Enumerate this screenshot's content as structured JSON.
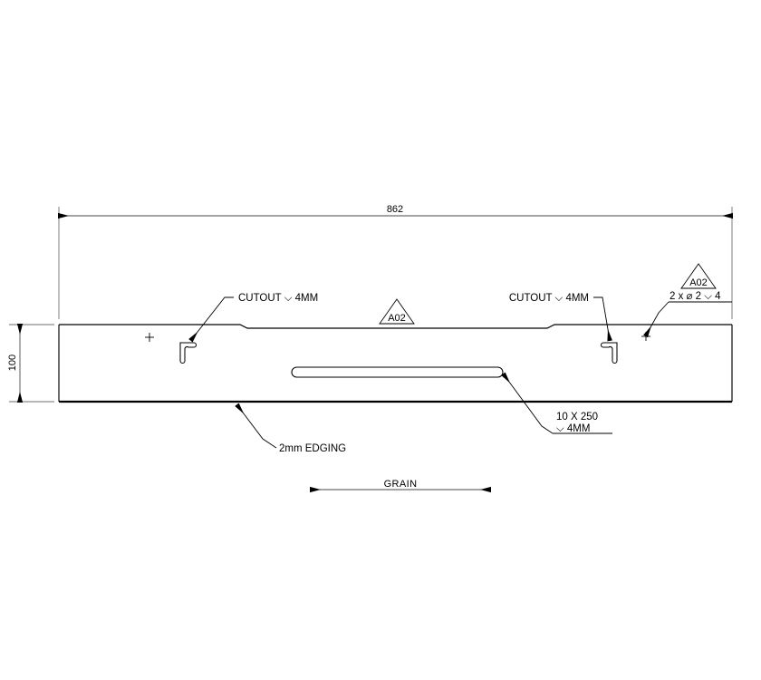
{
  "drawing": {
    "title": "Panel part drawing",
    "units_note": "mm",
    "line_color": "#000000",
    "dim_color": "#4a4a4a",
    "background": "#ffffff"
  },
  "dimensions": {
    "overall_length": "862",
    "overall_height": "100"
  },
  "symbols": {
    "depth": "⌵",
    "diameter": "⌀",
    "multiply": "x"
  },
  "annotations": {
    "cutout_left": "CUTOUT ⌵ 4MM",
    "cutout_right": "CUTOUT ⌵ 4MM",
    "slot_line1": "10 X 250",
    "slot_line2": "⌵ 4MM",
    "edging": "2mm EDGING",
    "holes": "2 x ⌀ 2 ⌵ 4",
    "grain": "GRAIN"
  },
  "balloons": {
    "center": "A02",
    "right": "A02"
  }
}
